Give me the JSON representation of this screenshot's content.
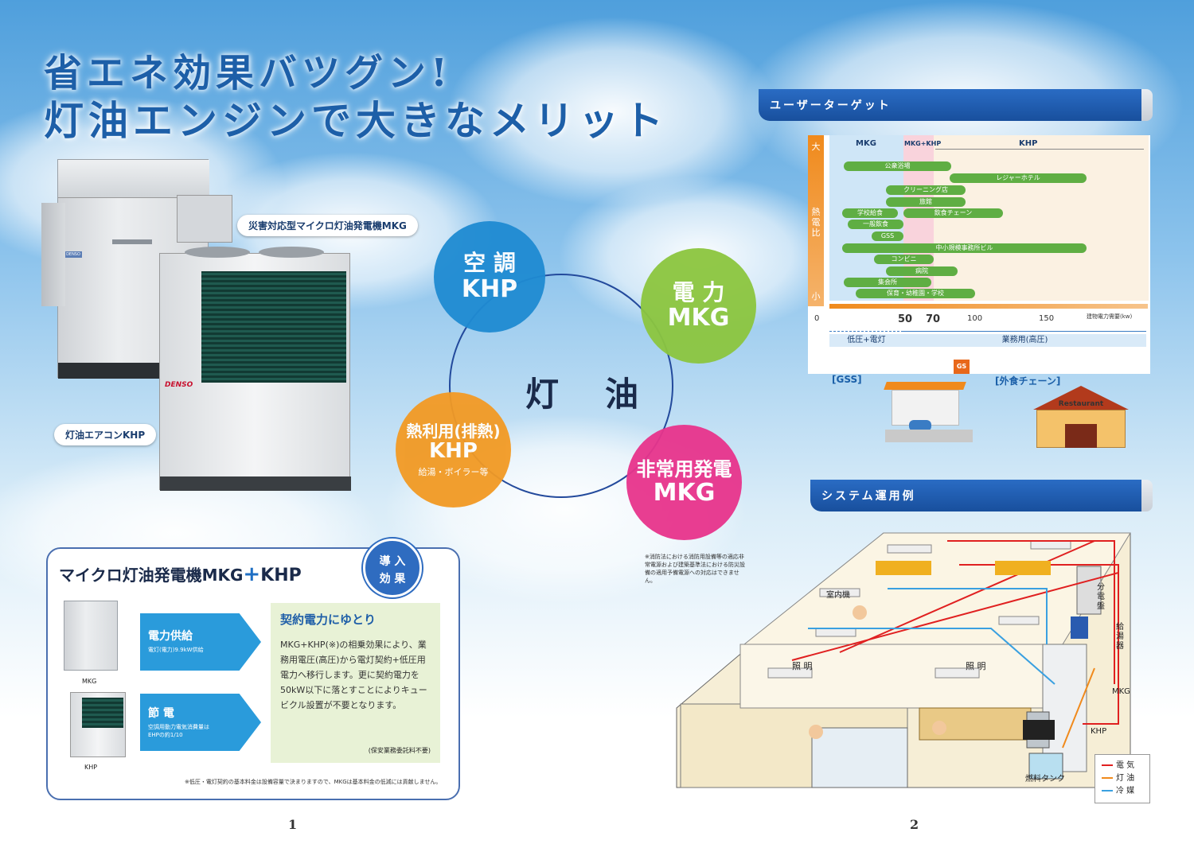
{
  "headline": {
    "line1": "省エネ効果バツグン!",
    "line2": "灯油エンジンで大きなメリット"
  },
  "products": {
    "mkg_label": "災害対応型マイクロ灯油発電機MKG",
    "khp_label": "灯油エアコンKHP",
    "khp_brand": "DENSO",
    "mkg_brand": "DENSO"
  },
  "center": {
    "title": "灯　油",
    "circles": [
      {
        "line1": "空 調",
        "line2": "KHP",
        "color": "#1f8bd2"
      },
      {
        "line1": "電 力",
        "line2": "MKG",
        "color": "#8cc63f"
      },
      {
        "line1": "熱利用(排熱)",
        "line2": "KHP",
        "sub": "給湯・ボイラー等",
        "color": "#f29a24"
      },
      {
        "line1": "非常用発電",
        "line2": "MKG",
        "color": "#e8348c"
      }
    ],
    "note": "※消防法における消防用設備等の適応非常電源および建築基準法における防災設備の適用予備電源への対応はできません。"
  },
  "target": {
    "heading": "ユーザーターゲット",
    "y_top": "大",
    "y_label": "熱電比",
    "y_bottom": "小",
    "zones": [
      "MKG",
      "MKG+KHP",
      "KHP"
    ],
    "bars": [
      "公衆浴場",
      "レジャーホテル",
      "クリーニング店",
      "旅館",
      "学校給食",
      "飲食チェーン",
      "一般飲食",
      "GSS",
      "中小規模事務所ビル",
      "コンビニ",
      "病院",
      "集会所",
      "保育・幼稚園・学校"
    ],
    "x_ticks": [
      "0",
      "50",
      "70",
      "100",
      "150"
    ],
    "x_label": "建物電力需要(kw)",
    "band_low": "低圧+電灯",
    "band_high": "業務用(高圧)",
    "gss_label": "[GSS]",
    "gs_sign": "GS",
    "chain_label": "[外食チェーン]",
    "restaurant_sign": "Restaurant"
  },
  "system": {
    "heading": "システム運用例",
    "labels": {
      "indoor": "室内機",
      "light1": "照 明",
      "light2": "照 明",
      "panel": "分電盤",
      "water_heater": "給湯器",
      "mkg": "MKG",
      "khp": "KHP",
      "fuel": "燃料タンク"
    },
    "legend": [
      {
        "name": "電 気",
        "color": "#e02020"
      },
      {
        "name": "灯 油",
        "color": "#f08a1c"
      },
      {
        "name": "冷 媒",
        "color": "#3aa0e0"
      }
    ]
  },
  "benefit": {
    "title": "マイクロ灯油発電機MKG",
    "plus": "+",
    "title2": "KHP",
    "badge1": "導 入",
    "badge2": "効 果",
    "mkg_cap": "MKG",
    "khp_cap": "KHP",
    "arrow1_title": "電力供給",
    "arrow1_sub": "電灯(電力)9.9kW供給",
    "arrow2_title": "節 電",
    "arrow2_sub1": "空調用動力電気消費量は",
    "arrow2_sub2": "EHPの約1/10",
    "box_title": "契約電力にゆとり",
    "box_body": "MKG+KHP(※)の相乗効果により、業務用電圧(高圧)から電灯契約+低圧用電力へ移行します。更に契約電力を50kW以下に落とすことによりキュービクル設置が不要となります。",
    "box_note": "(保安業務委託料不要)",
    "footnote": "※低圧・電灯契約の基本料金は設備容量で決まりますので、MKGは基本料金の低減には貢献しません。"
  },
  "pages": {
    "left": "1",
    "right": "2"
  }
}
